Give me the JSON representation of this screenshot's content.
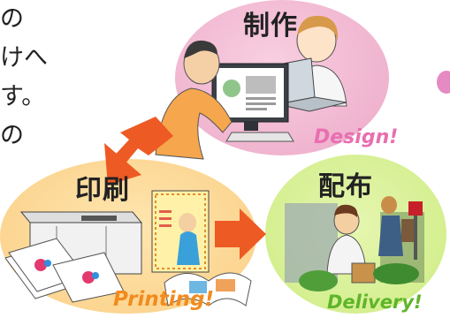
{
  "text_lines": [
    "の",
    "けへ",
    "す。",
    "の"
  ],
  "design": {
    "title": "制作",
    "caption": "Design!"
  },
  "print": {
    "title": "印刷",
    "caption": "Printing!"
  },
  "delivery": {
    "title": "配布",
    "caption": "Delivery!"
  },
  "colors": {
    "design_blob": "#f0b4cf",
    "print_blob": "#fbd38d",
    "delivery_blob": "#d2ee8c",
    "arrow": "#ee5a24",
    "design_caption": "#e86fb0",
    "print_caption": "#f28b1e",
    "delivery_caption": "#5fb52a"
  }
}
